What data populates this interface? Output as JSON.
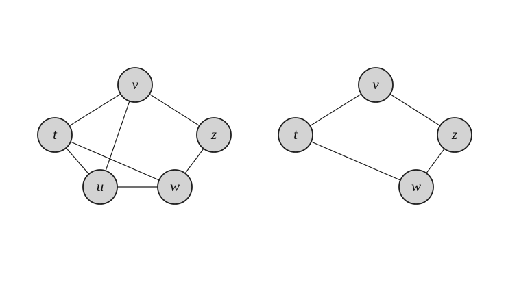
{
  "graphs": [
    {
      "name": "left-graph",
      "nodes": [
        {
          "id": "v",
          "label": "v"
        },
        {
          "id": "t",
          "label": "t"
        },
        {
          "id": "z",
          "label": "z"
        },
        {
          "id": "u",
          "label": "u"
        },
        {
          "id": "w",
          "label": "w"
        }
      ],
      "edges": [
        [
          "t",
          "v"
        ],
        [
          "v",
          "z"
        ],
        [
          "v",
          "u"
        ],
        [
          "t",
          "u"
        ],
        [
          "t",
          "w"
        ],
        [
          "u",
          "w"
        ],
        [
          "w",
          "z"
        ]
      ]
    },
    {
      "name": "right-graph",
      "nodes": [
        {
          "id": "v",
          "label": "v"
        },
        {
          "id": "t",
          "label": "t"
        },
        {
          "id": "z",
          "label": "z"
        },
        {
          "id": "w",
          "label": "w"
        }
      ],
      "edges": [
        [
          "t",
          "v"
        ],
        [
          "v",
          "z"
        ],
        [
          "t",
          "w"
        ],
        [
          "w",
          "z"
        ]
      ]
    }
  ],
  "colors": {
    "node_fill": "#d3d3d3",
    "node_stroke": "#1f1f1f",
    "edge": "#1a1a1a",
    "background": "#ffffff"
  }
}
